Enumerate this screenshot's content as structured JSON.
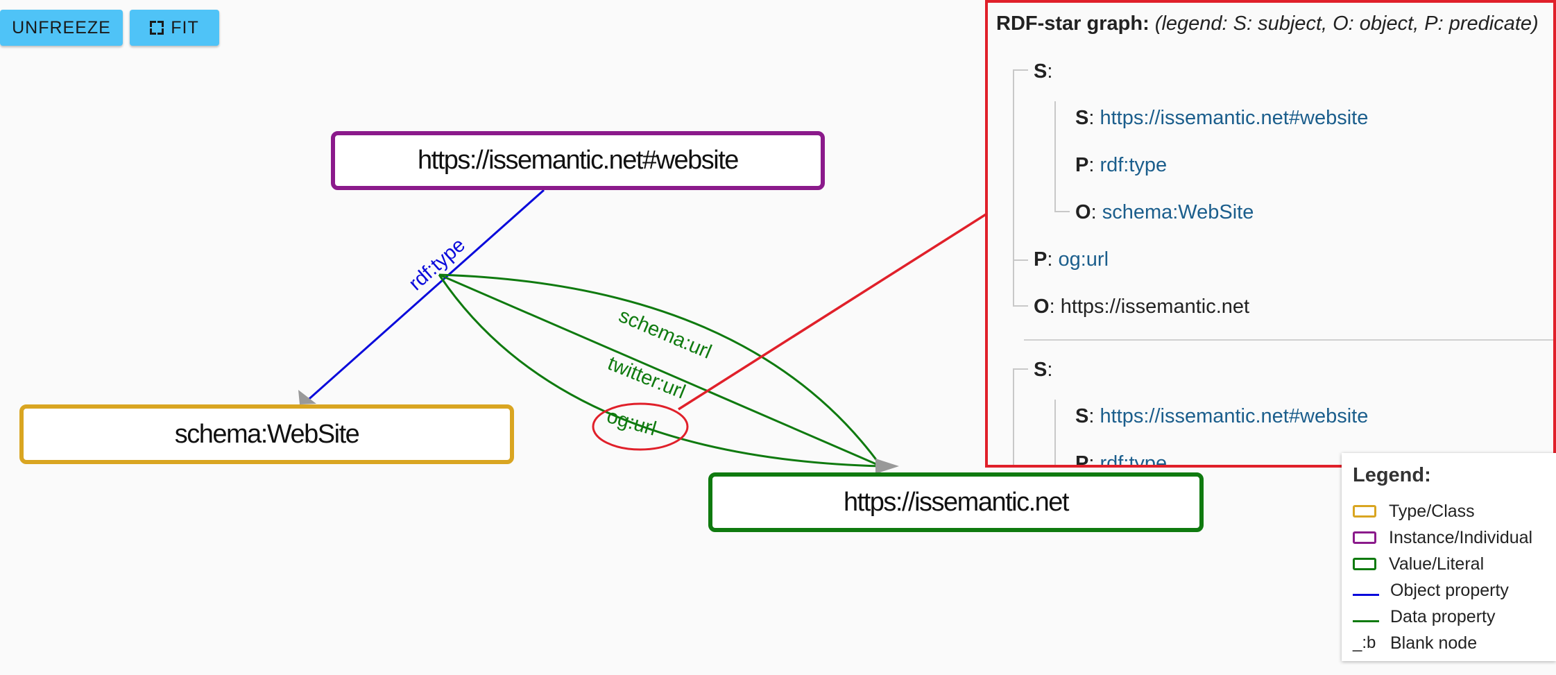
{
  "toolbar": {
    "unfreeze_label": "UNFREEZE",
    "fit_label": "FIT",
    "button_color": "#4fc3f7"
  },
  "graph": {
    "nodes": {
      "website": {
        "label": "https://issemantic.net#website",
        "kind": "Instance/Individual",
        "color": "#8b1a8b"
      },
      "schema_website": {
        "label": "schema:WebSite",
        "kind": "Type/Class",
        "color": "#d9a521"
      },
      "issemantic": {
        "label": "https://issemantic.net",
        "kind": "Value/Literal",
        "color": "#0f7a0f"
      }
    },
    "edges": {
      "rdf_type": {
        "label": "rdf:type",
        "from": "website",
        "to": "schema_website",
        "kind": "Object property",
        "color": "#0a0adb"
      },
      "schema_url": {
        "label": "schema:url",
        "to": "issemantic",
        "kind": "Data property",
        "color": "#0f7a0f"
      },
      "twitter_url": {
        "label": "twitter:url",
        "to": "issemantic",
        "kind": "Data property",
        "color": "#0f7a0f"
      },
      "og_url": {
        "label": "og:url",
        "to": "issemantic",
        "kind": "Data property",
        "color": "#0f7a0f",
        "highlighted": true
      }
    },
    "annotation_color": "#e0202a"
  },
  "panel": {
    "title": "RDF-star graph:",
    "legend_text": "(legend: S: subject, O: object, P: predicate)",
    "border_color": "#e0202a",
    "triples": [
      {
        "s_key": "S",
        "inner": [
          {
            "key": "S",
            "value": "https://issemantic.net#website"
          },
          {
            "key": "P",
            "value": "rdf:type"
          },
          {
            "key": "O",
            "value": "schema:WebSite"
          }
        ],
        "p_key": "P",
        "p_value": "og:url",
        "o_key": "O",
        "o_value": "https://issemantic.net"
      },
      {
        "s_key": "S",
        "inner": [
          {
            "key": "S",
            "value": "https://issemantic.net#website"
          },
          {
            "key": "P",
            "value": "rdf:type"
          }
        ]
      }
    ]
  },
  "legend": {
    "title": "Legend:",
    "items": [
      {
        "label": "Type/Class",
        "color": "#d9a521"
      },
      {
        "label": "Instance/Individual",
        "color": "#8b1a8b"
      },
      {
        "label": "Value/Literal",
        "color": "#0f7a0f"
      },
      {
        "label": "Object property",
        "color": "#0a0adb"
      },
      {
        "label": "Data property",
        "color": "#0f7a0f"
      },
      {
        "symbol": "_:b",
        "label": "Blank node"
      }
    ]
  }
}
